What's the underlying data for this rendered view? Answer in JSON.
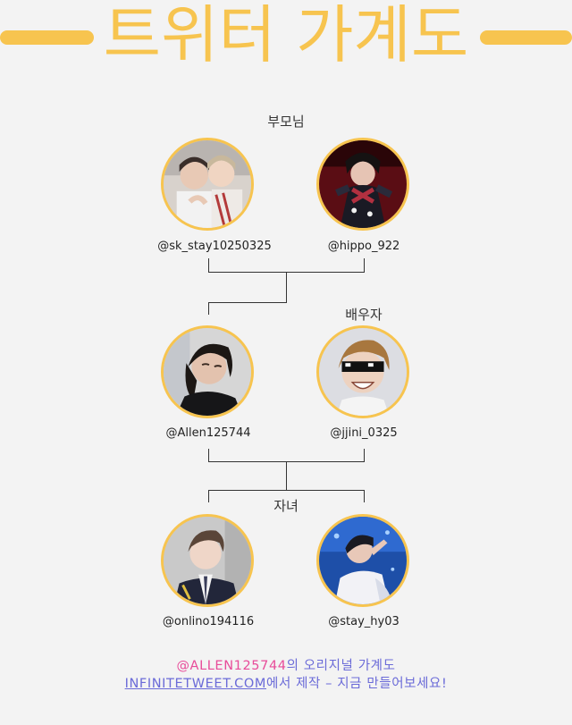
{
  "header": {
    "title": "트위터 가계도"
  },
  "sections": {
    "parents_label": "부모님",
    "spouse_label": "배우자",
    "children_label": "자녀"
  },
  "people": {
    "parent_1": {
      "handle": "@sk_stay10250325"
    },
    "parent_2": {
      "handle": "@hippo_922"
    },
    "self": {
      "handle": "@Allen125744"
    },
    "spouse": {
      "handle": "@jjini_0325"
    },
    "child_1": {
      "handle": "@onlino194116"
    },
    "child_2": {
      "handle": "@stay_hy03"
    }
  },
  "footer": {
    "mention": "@ALLEN125744",
    "line1_suffix": "의 오리지널 가계도",
    "site_link": "INFINITETWEET.COM",
    "line2_suffix": "에서 제작 – 지금 만들어보세요!"
  },
  "colors": {
    "accent": "#f7c44f",
    "mention": "#e84c9a",
    "link": "#6b6bd8",
    "background": "#f3f3f3"
  }
}
